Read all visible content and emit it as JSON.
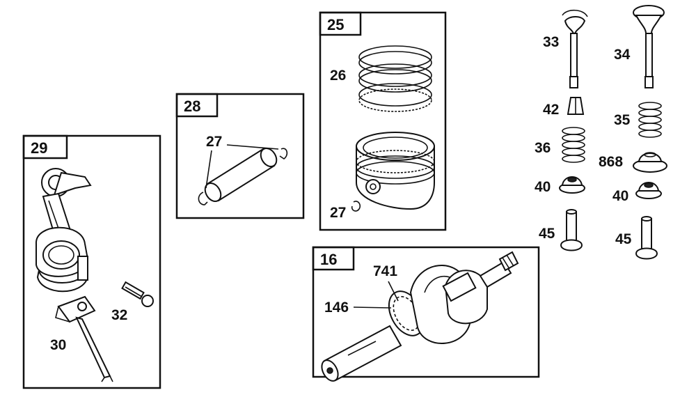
{
  "diagram": {
    "groups": {
      "g29": "29",
      "g28": "28",
      "g25": "25",
      "g16": "16"
    },
    "labels": {
      "p26": "26",
      "p27a": "27",
      "p27b": "27",
      "p30": "30",
      "p32": "32",
      "p33": "33",
      "p34": "34",
      "p42": "42",
      "p35": "35",
      "p36": "36",
      "p868": "868",
      "p40a": "40",
      "p40b": "40",
      "p45a": "45",
      "p45b": "45",
      "p741": "741",
      "p146": "146"
    }
  }
}
